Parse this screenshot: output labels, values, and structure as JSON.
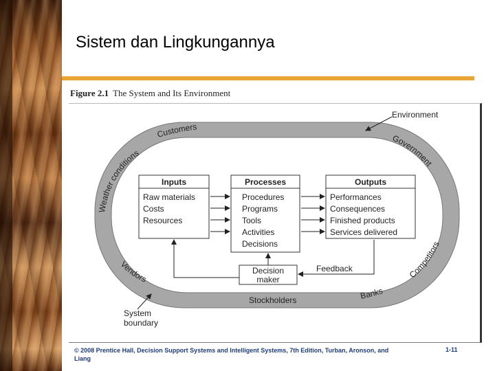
{
  "slide": {
    "title": "Sistem dan Lingkungannya",
    "footer": "© 2008 Prentice Hall, Decision Support Systems and Intelligent Systems, 7th Edition, Turban, Aronson, and Liang",
    "page_number": "1-11"
  },
  "figure": {
    "number": "Figure 2.1",
    "caption": "The System and Its Environment",
    "environment_label": "Environment",
    "environment_items": {
      "customers": "Customers",
      "government": "Government",
      "weather": "Weather conditions",
      "competitors": "Competitors",
      "vendors": "Vendors",
      "banks": "Banks",
      "stockholders": "Stockholders"
    },
    "columns": [
      {
        "header": "Inputs",
        "items": [
          "Raw materials",
          "Costs",
          "Resources"
        ]
      },
      {
        "header": "Processes",
        "items": [
          "Procedures",
          "Programs",
          "Tools",
          "Activities",
          "Decisions"
        ]
      },
      {
        "header": "Outputs",
        "items": [
          "Performances",
          "Consequences",
          "Finished products",
          "Services delivered"
        ]
      }
    ],
    "decision_maker": [
      "Decision",
      "maker"
    ],
    "feedback_label": "Feedback",
    "system_boundary_label": [
      "System",
      "boundary"
    ]
  }
}
